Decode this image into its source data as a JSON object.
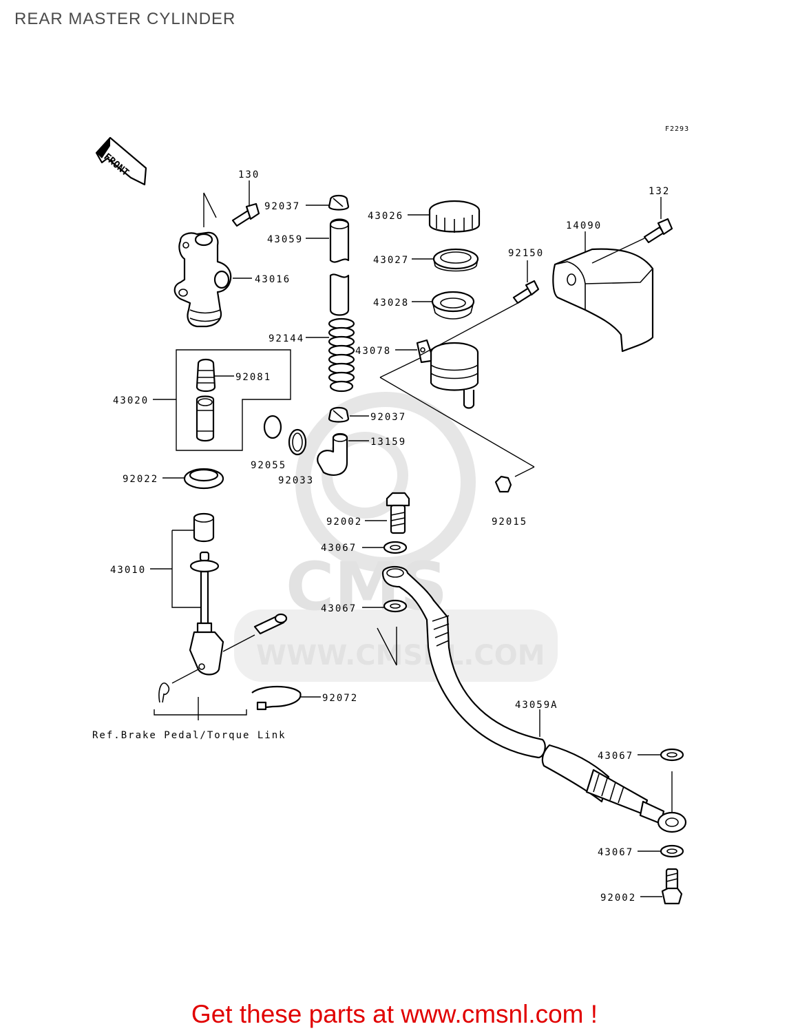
{
  "title": "REAR MASTER CYLINDER",
  "diagram_code": "F2293",
  "front_arrow_text": "FRONT",
  "watermark": {
    "logo_text": "CMS",
    "url_text": "WWW.CMSNL.COM"
  },
  "reference_note": "Ref.Brake Pedal/Torque Link",
  "footer": "Get these parts at www.cmsnl.com !",
  "colors": {
    "footer": "#e10000",
    "title": "#4a4a4a",
    "watermark": "#e2e2e2"
  },
  "parts": [
    {
      "id": "p130",
      "number": "130"
    },
    {
      "id": "p92037a",
      "number": "92037"
    },
    {
      "id": "p43059",
      "number": "43059"
    },
    {
      "id": "p43016",
      "number": "43016"
    },
    {
      "id": "p92144",
      "number": "92144"
    },
    {
      "id": "p92081",
      "number": "92081"
    },
    {
      "id": "p43020",
      "number": "43020"
    },
    {
      "id": "p92037b",
      "number": "92037"
    },
    {
      "id": "p13159",
      "number": "13159"
    },
    {
      "id": "p92055",
      "number": "92055"
    },
    {
      "id": "p92033",
      "number": "92033"
    },
    {
      "id": "p92022",
      "number": "92022"
    },
    {
      "id": "p43026",
      "number": "43026"
    },
    {
      "id": "p43027",
      "number": "43027"
    },
    {
      "id": "p43028",
      "number": "43028"
    },
    {
      "id": "p43078",
      "number": "43078"
    },
    {
      "id": "p92150",
      "number": "92150"
    },
    {
      "id": "p14090",
      "number": "14090"
    },
    {
      "id": "p132",
      "number": "132"
    },
    {
      "id": "p92015",
      "number": "92015"
    },
    {
      "id": "p92002a",
      "number": "92002"
    },
    {
      "id": "p43067a",
      "number": "43067"
    },
    {
      "id": "p43067b",
      "number": "43067"
    },
    {
      "id": "p43010",
      "number": "43010"
    },
    {
      "id": "p92072",
      "number": "92072"
    },
    {
      "id": "p43059A",
      "number": "43059A"
    },
    {
      "id": "p43067c",
      "number": "43067"
    },
    {
      "id": "p43067d",
      "number": "43067"
    },
    {
      "id": "p92002b",
      "number": "92002"
    }
  ]
}
